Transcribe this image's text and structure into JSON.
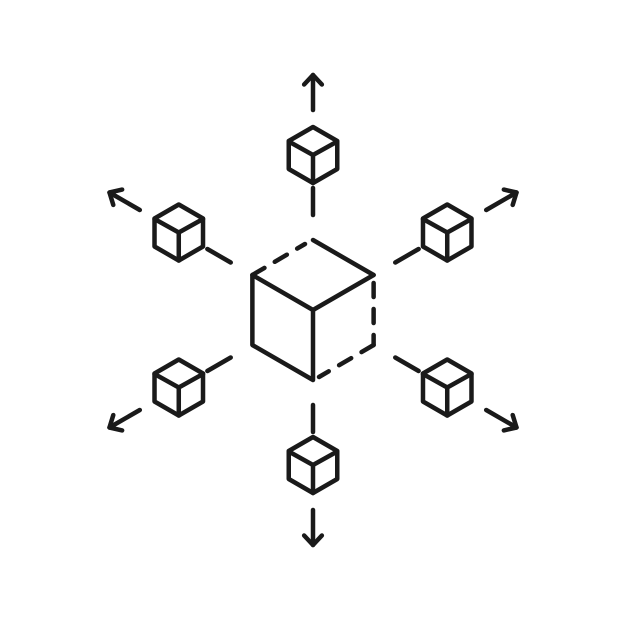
{
  "diagram": {
    "type": "decentralized-network-icon",
    "style": "line-art",
    "colors": {
      "stroke": "#1a1a1a",
      "background": "#ffffff"
    },
    "center_node": "cube",
    "center_style": "partially-dashed",
    "nodes": [
      {
        "name": "node-top",
        "icon": "small-cube-icon",
        "direction": "up"
      },
      {
        "name": "node-upper-right",
        "icon": "small-cube-icon",
        "direction": "upper-right"
      },
      {
        "name": "node-lower-right",
        "icon": "small-cube-icon",
        "direction": "lower-right"
      },
      {
        "name": "node-bottom",
        "icon": "small-cube-icon",
        "direction": "down"
      },
      {
        "name": "node-lower-left",
        "icon": "small-cube-icon",
        "direction": "lower-left"
      },
      {
        "name": "node-upper-left",
        "icon": "small-cube-icon",
        "direction": "upper-left"
      }
    ],
    "connector_style": "dashed",
    "outer_markers": "arrows"
  }
}
